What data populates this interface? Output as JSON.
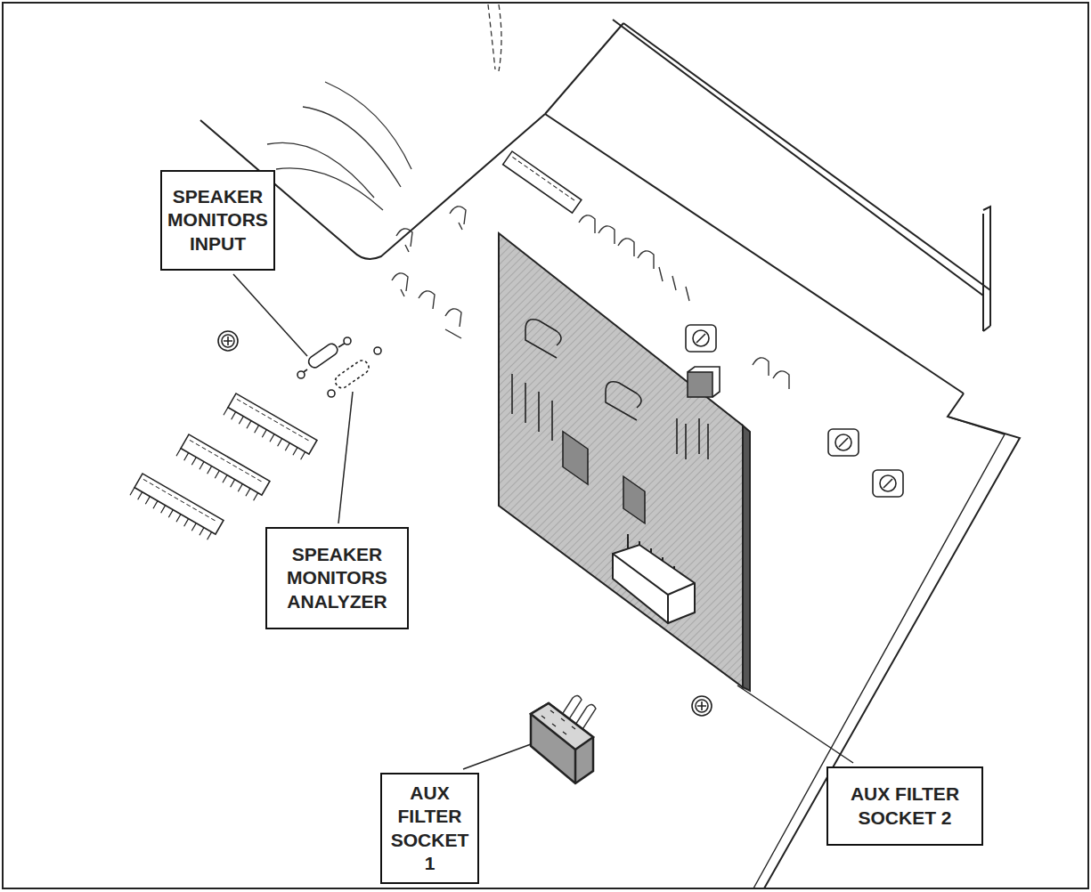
{
  "diagram": {
    "nodes": [
      {
        "text": [
          "SPEAKER MONITORS INPUT"
        ]
      },
      {
        "text": [
          "SPEAKER MONITORS ANALYZER"
        ]
      },
      {
        "text": [
          "AUX FILTER SOCKET 1"
        ]
      },
      {
        "text": [
          "AUX FILTER SOCKET 2"
        ]
      }
    ]
  }
}
